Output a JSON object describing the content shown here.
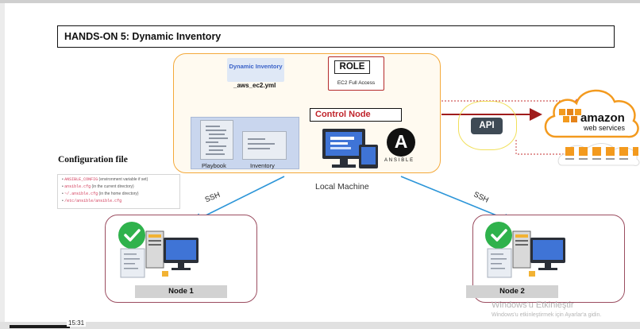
{
  "slide": {
    "title": "HANDS-ON 5: Dynamic Inventory"
  },
  "control_node": {
    "dynamic_inventory_title": "Dynamic Inventory",
    "dynamic_inventory_file": "_aws_ec2.yml",
    "role_title": "ROLE",
    "role_subtitle": "EC2 Full Access",
    "label": "Control Node",
    "playbook_label": "Playbook",
    "inventory_label": "Inventory",
    "ansible_wordmark": "ANSIBLE",
    "ansible_letter": "A",
    "machine_label": "Local Machine"
  },
  "api": {
    "label": "API"
  },
  "aws": {
    "word": "amazon",
    "sub": "web services"
  },
  "configuration": {
    "title": "Configuration file",
    "items": [
      {
        "code": "ANSIBLE_CONFIG",
        "text": "(environment variable if set)"
      },
      {
        "code": "ansible.cfg",
        "text": "(in the current directory)"
      },
      {
        "code": "~/.ansible.cfg",
        "text": "(in the home directory)"
      },
      {
        "code": "/etc/ansible/ansible.cfg",
        "text": ""
      }
    ]
  },
  "connections": {
    "ssh_left": "SSH",
    "ssh_right": "SSH"
  },
  "nodes": [
    {
      "label": "Node 1"
    },
    {
      "label": "Node 2"
    }
  ],
  "overlay": {
    "watermark_line1": "Windows'u Etkinleştir",
    "watermark_line2": "Windows'u etkinleştirmek için Ayarlar'a gidin.",
    "timestamp": "15:31"
  },
  "colors": {
    "control_border": "#f4a93a",
    "node_border": "#9b4d60",
    "ssh_arrow": "#2c95d8",
    "api_arrow": "#a01c1c",
    "aws_orange": "#f39a1e",
    "check_green": "#2fb24c"
  }
}
